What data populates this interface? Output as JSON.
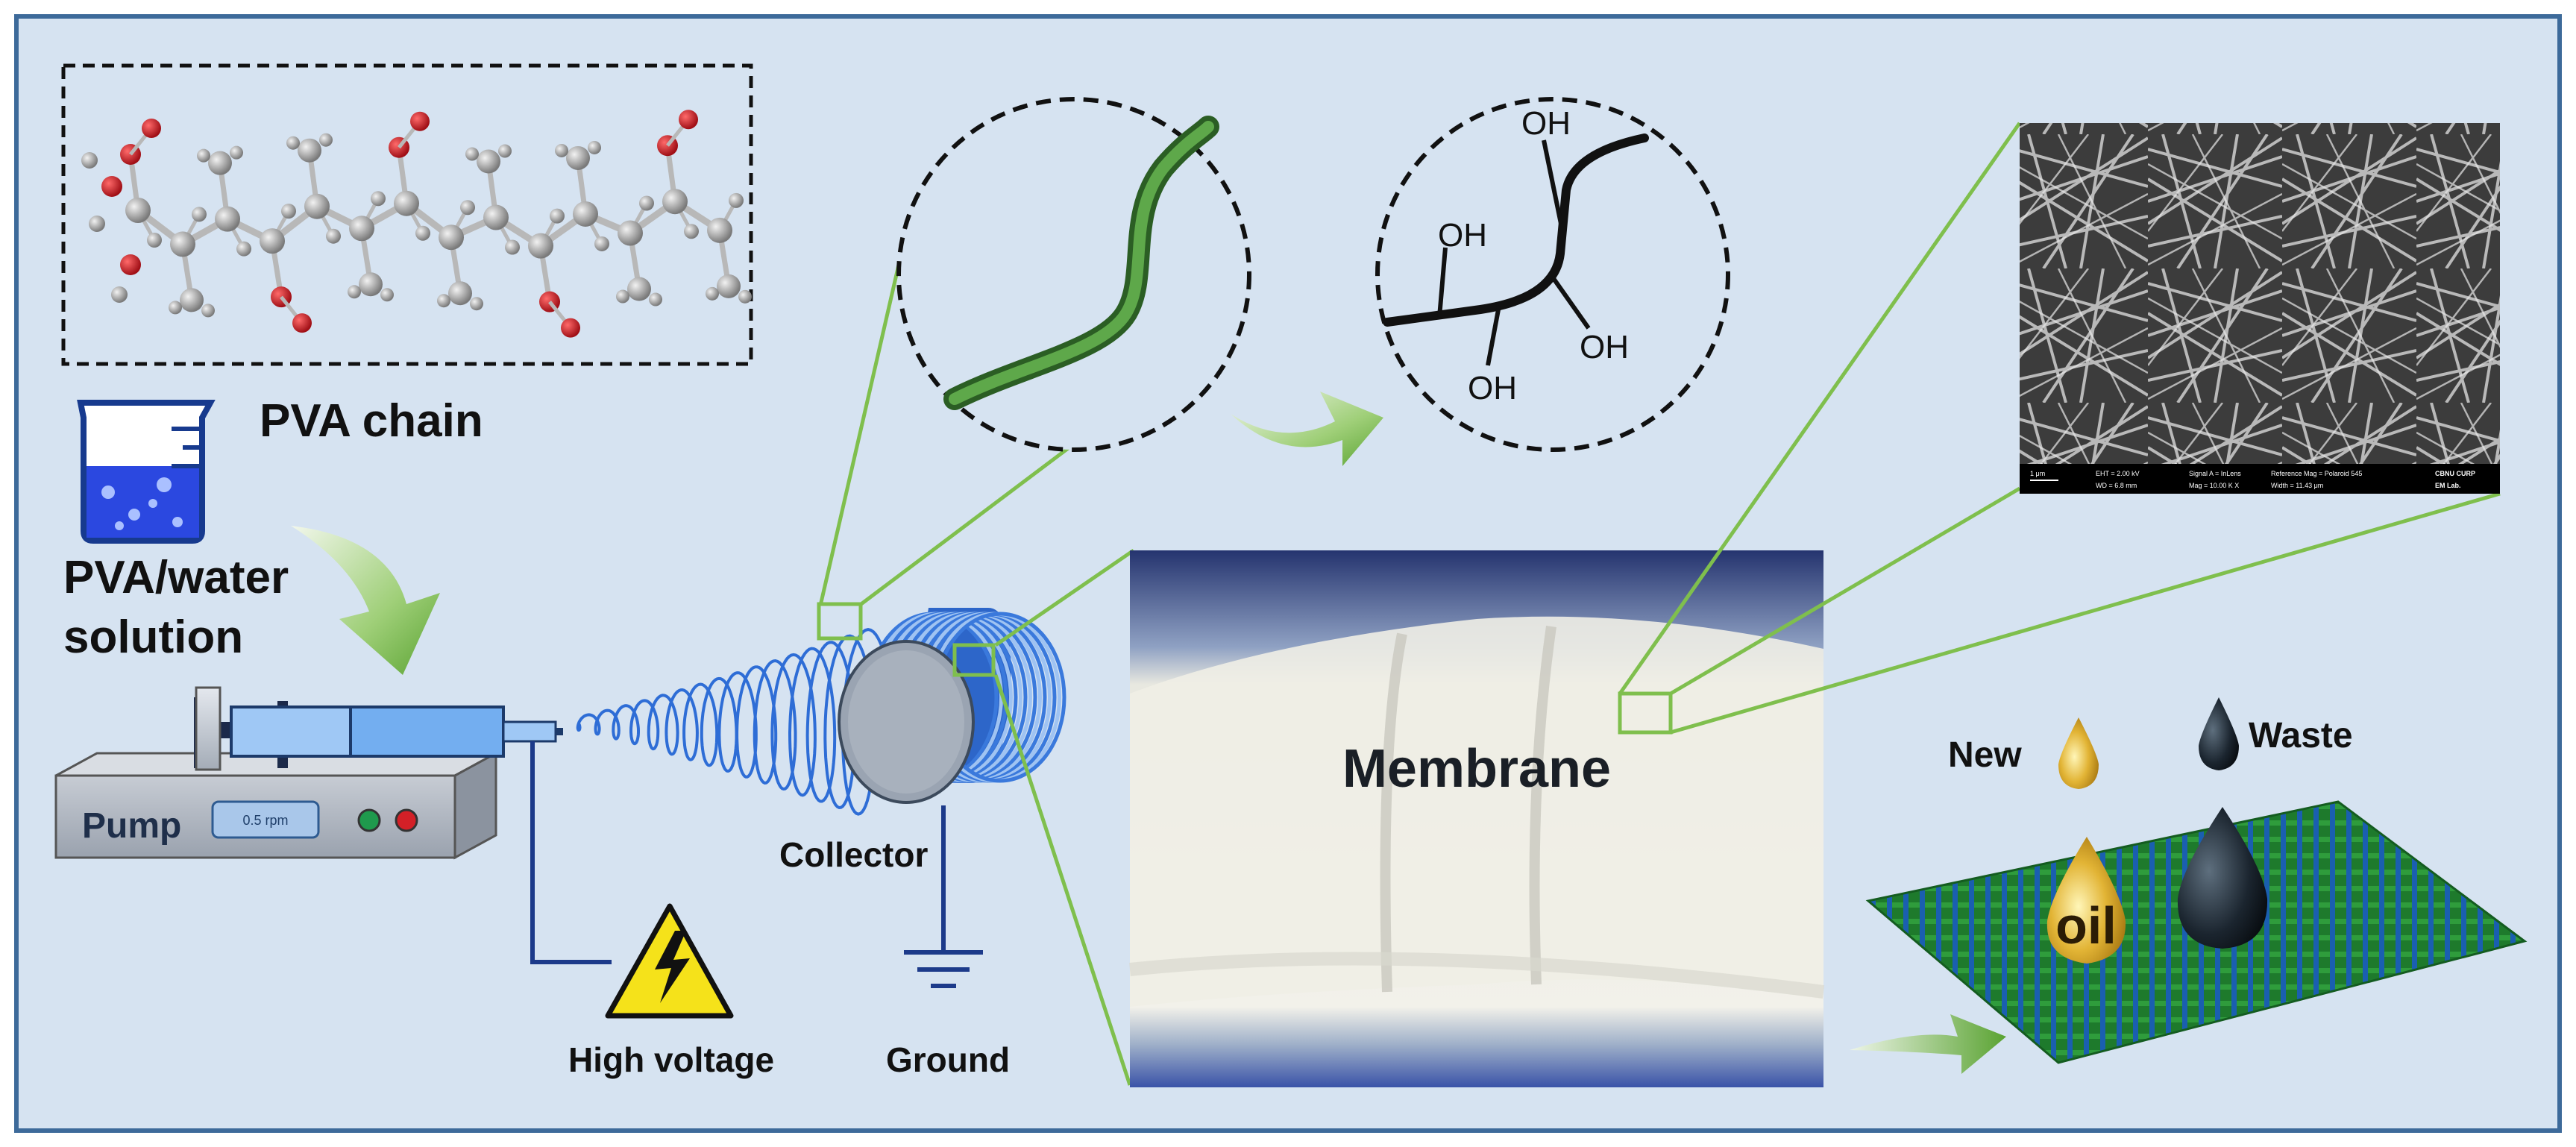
{
  "labels": {
    "pva_chain": "PVA chain",
    "solution_line1": "PVA/water",
    "solution_line2": "solution",
    "pump": "Pump",
    "pump_display": "0.5 rpm",
    "collector": "Collector",
    "high_voltage": "High voltage",
    "ground": "Ground",
    "membrane": "Membrane",
    "new": "New",
    "waste": "Waste",
    "oil": "oil",
    "oh": "OH"
  },
  "sem": {
    "scale": "1 μm",
    "eht": "EHT = 2.00 kV",
    "wd": "WD = 6.8 mm",
    "signal": "Signal A = InLens",
    "mag": "Mag = 10.00 K X",
    "reference": "Reference Mag = Polaroid 545",
    "width": "Width = 11.43 μm",
    "lab1": "CBNU CURP",
    "lab2": "EM Lab."
  },
  "colors": {
    "background": "#d6e3f1",
    "border": "#3d6a9a",
    "callout_line": "#7fbf4d",
    "fiber_blue": "#2e6dd6",
    "warning_yellow": "#f5e21a"
  }
}
